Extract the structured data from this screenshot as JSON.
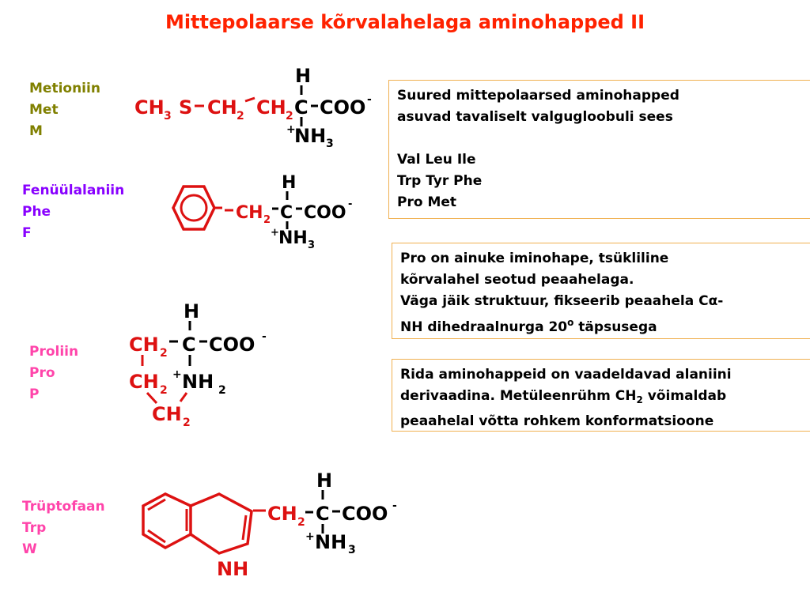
{
  "title": "Mittepolaarse kõrvalahelaga aminohapped II",
  "colors": {
    "title": "#ff2200",
    "methionine_label": "#808000",
    "phenylalanine_label": "#8800ff",
    "proline_label": "#ff44aa",
    "tryptophan_label": "#ff44aa",
    "structure_red": "#dd1111",
    "structure_black": "#000000",
    "box_border": "#f0b050"
  },
  "amino_acids": [
    {
      "name": "Metioniin",
      "three_letter": "Met",
      "one_letter": "M"
    },
    {
      "name": "Fenüülalaniin",
      "three_letter": "Phe",
      "one_letter": "F"
    },
    {
      "name": "Proliin",
      "three_letter": "Pro",
      "one_letter": "P"
    },
    {
      "name": "Trüptofaan",
      "three_letter": "Trp",
      "one_letter": "W"
    }
  ],
  "structures": {
    "common": {
      "h": "H",
      "c": "C",
      "coo": "COO",
      "charge_minus": "-",
      "charge_plus": "+",
      "nh": "NH",
      "sub3": "3",
      "sub2": "2"
    },
    "met": {
      "ch3": "CH",
      "s": "S",
      "ch2": "CH",
      "ch2b": "CH"
    },
    "phe": {
      "ch2": "CH"
    },
    "pro": {
      "ch2a": "CH",
      "ch2b": "CH",
      "ch2c": "CH"
    },
    "trp": {
      "ch2": "CH",
      "nh_ring": "NH"
    }
  },
  "boxes": {
    "box1": {
      "line1": "Suured mittepolaarsed aminohapped",
      "line2": "asuvad tavaliselt valgugloobuli sees",
      "line3": "Val Leu Ile",
      "line4": "Trp Tyr Phe",
      "line5": "Pro Met"
    },
    "box2": {
      "line1": "Pro on ainuke iminohape, tsükliline",
      "line2": "kõrvalahel seotud peaahelaga.",
      "line3": "Väga jäik struktuur, fikseerib peaahela C",
      "alpha": "α",
      "line3_end": "-",
      "line4": "NH dihedraalnurga 20",
      "degree": "o",
      "line4_end": " täpsusega"
    },
    "box3": {
      "line1": "Rida aminohappeid on vaadeldavad alaniini",
      "line2": "derivaadina. Metüleenrühm CH",
      "line2_sub": "2",
      "line2_end": " võimaldab",
      "line3": "peaahelal võtta rohkem konformatsioone"
    }
  }
}
